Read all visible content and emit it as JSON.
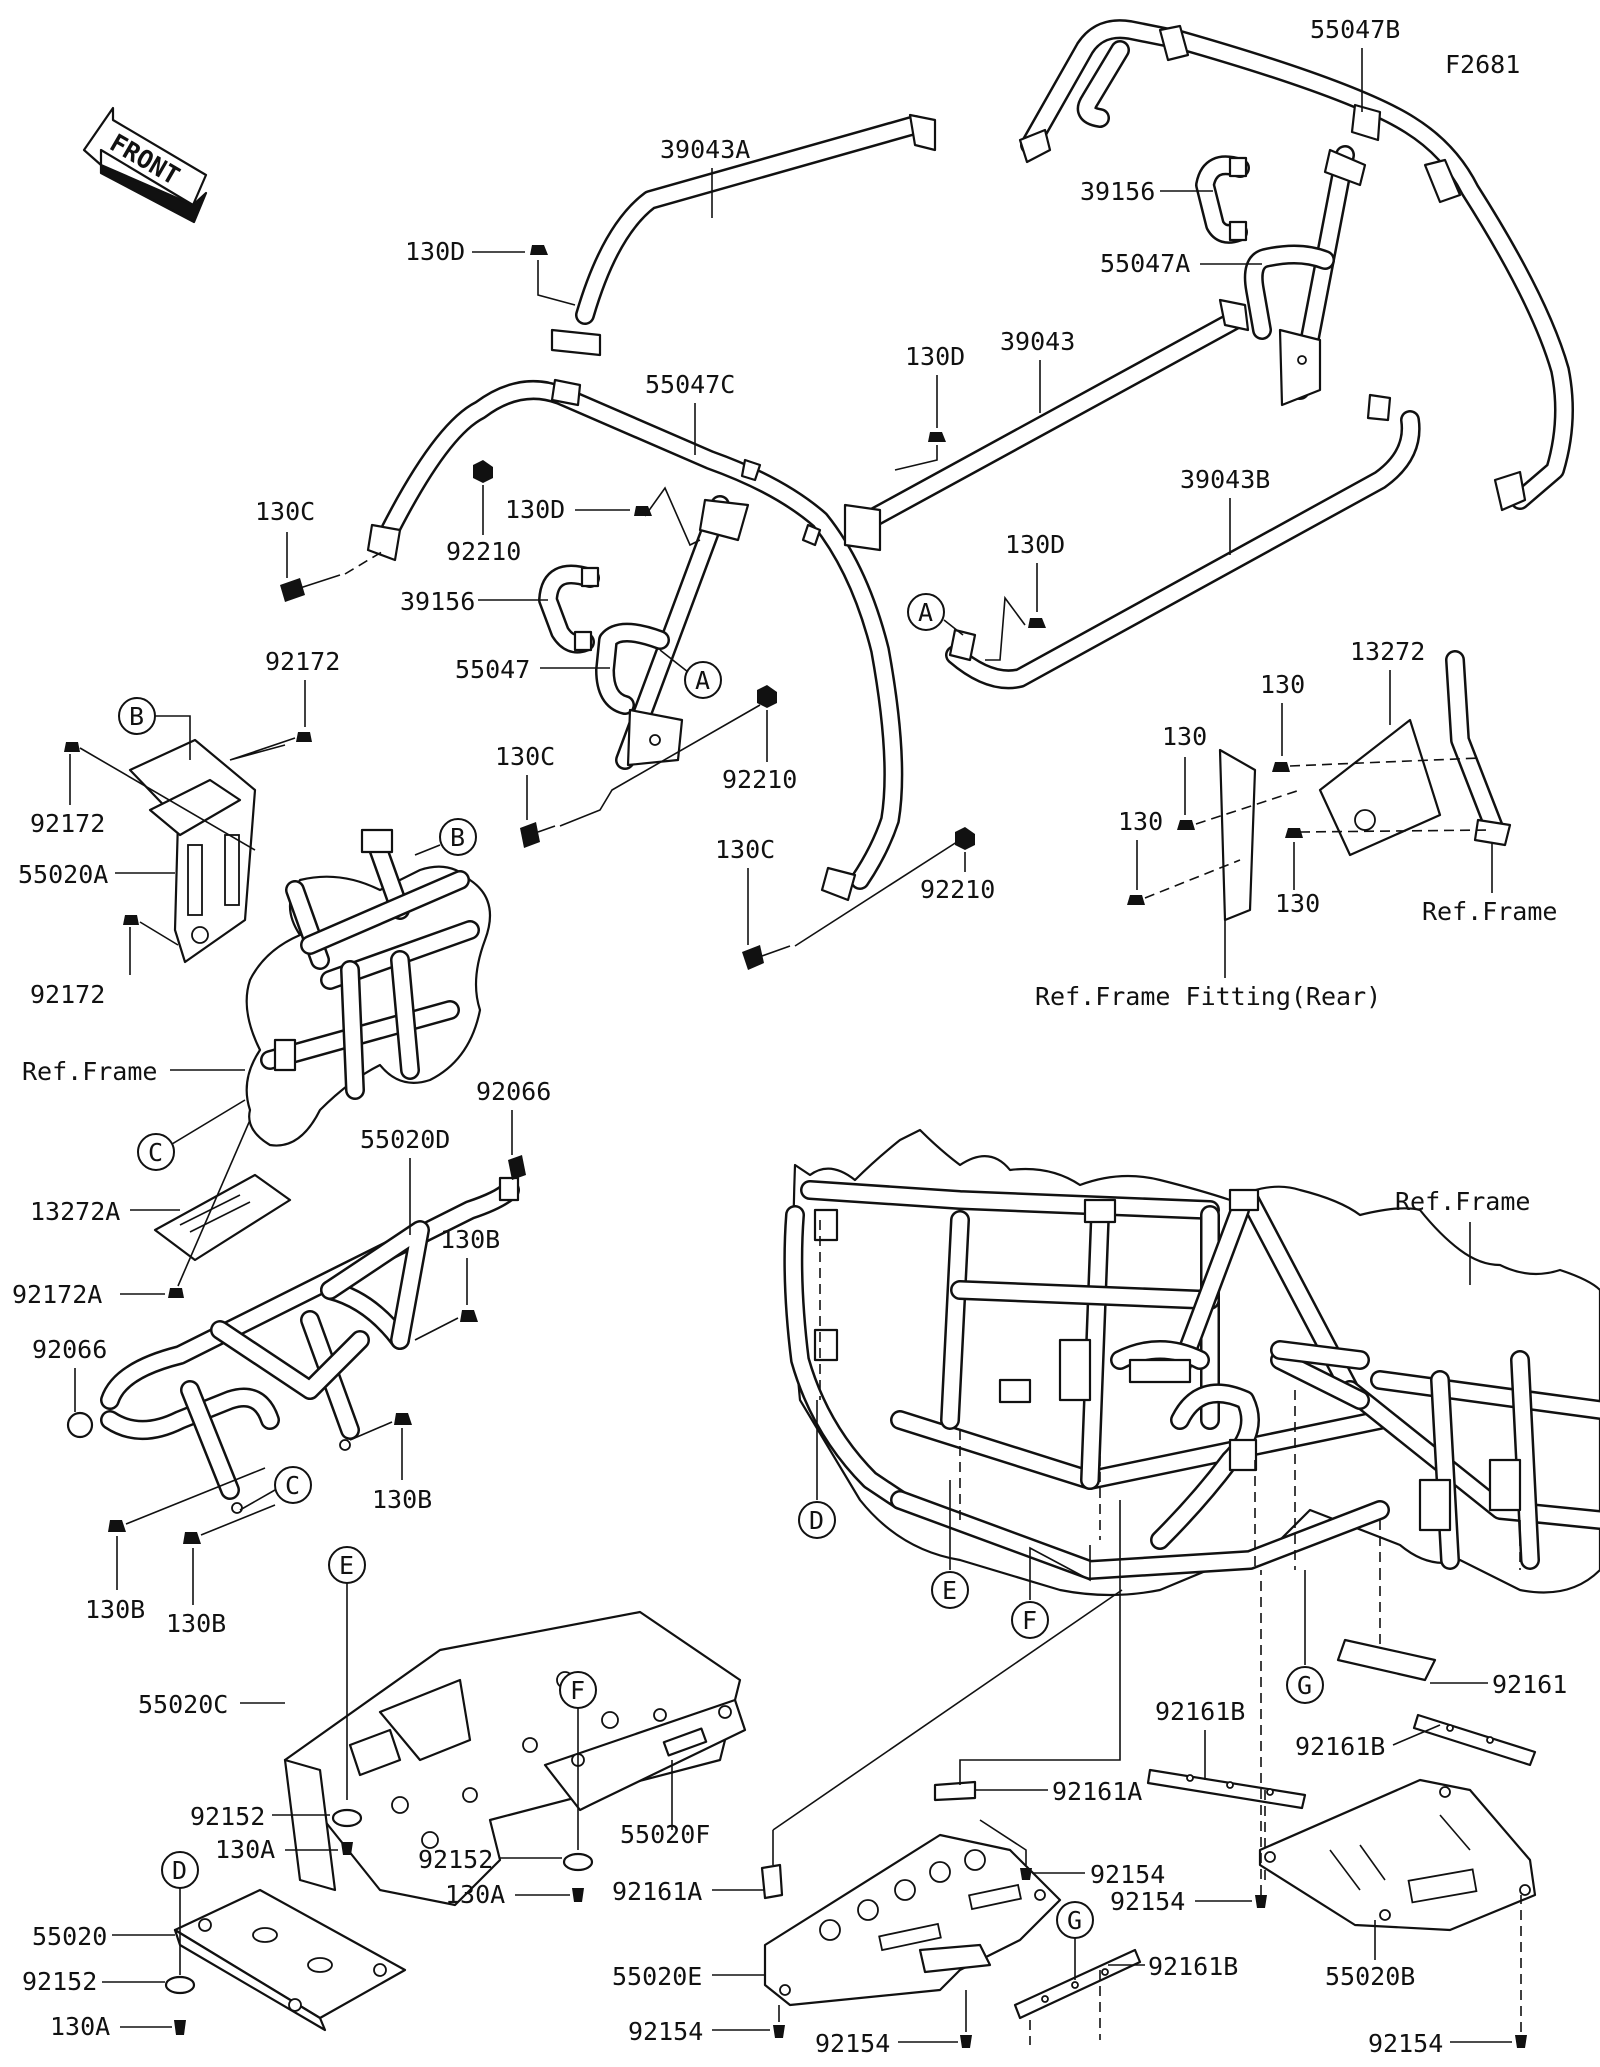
{
  "diagram_id": "F2681",
  "front_label": "FRONT",
  "markers": {
    "A": "A",
    "B": "B",
    "C": "C",
    "D": "D",
    "E": "E",
    "F": "F",
    "G": "G"
  },
  "parts": {
    "p_55047B": "55047B",
    "p_39043A": "39043A",
    "p_39156_top": "39156",
    "p_55047A": "55047A",
    "p_130D_1": "130D",
    "p_39043": "39043",
    "p_130D_2": "130D",
    "p_55047C": "55047C",
    "p_39043B": "39043B",
    "p_130C_1": "130C",
    "p_130D_3": "130D",
    "p_92210_1": "92210",
    "p_130D_4": "130D",
    "p_39156": "39156",
    "p_55047": "55047",
    "p_92172_1": "92172",
    "p_13272": "13272",
    "p_130_1": "130",
    "p_130_2": "130",
    "p_130C_2": "130C",
    "p_92210_2": "92210",
    "p_92172_2": "92172",
    "p_55020A": "55020A",
    "p_130_3": "130",
    "p_130C_3": "130C",
    "p_130_4": "130",
    "p_92210_3": "92210",
    "p_ref_frame_right": "Ref.Frame",
    "p_92172_3": "92172",
    "p_ref_frame_fitting": "Ref.Frame Fitting(Rear)",
    "p_ref_frame_left": "Ref.Frame",
    "p_92066_1": "92066",
    "p_55020D": "55020D",
    "p_13272A": "13272A",
    "p_ref_frame_main": "Ref.Frame",
    "p_130B_1": "130B",
    "p_92172A": "92172A",
    "p_92066_2": "92066",
    "p_130B_2": "130B",
    "p_130B_3": "130B",
    "p_130B_4": "130B",
    "p_92161": "92161",
    "p_92161B_1": "92161B",
    "p_55020C": "55020C",
    "p_92161B_2": "92161B",
    "p_92152_1": "92152",
    "p_130A_1": "130A",
    "p_92152_2": "92152",
    "p_55020F": "55020F",
    "p_92161A_1": "92161A",
    "p_130A_2": "130A",
    "p_92154_1": "92154",
    "p_92161A_2": "92161A",
    "p_92154_2": "92154",
    "p_55020": "55020",
    "p_92152_3": "92152",
    "p_55020E": "55020E",
    "p_92161B_3": "92161B",
    "p_55020B": "55020B",
    "p_130A_3": "130A",
    "p_92154_3": "92154",
    "p_92154_4": "92154",
    "p_92154_5": "92154"
  }
}
